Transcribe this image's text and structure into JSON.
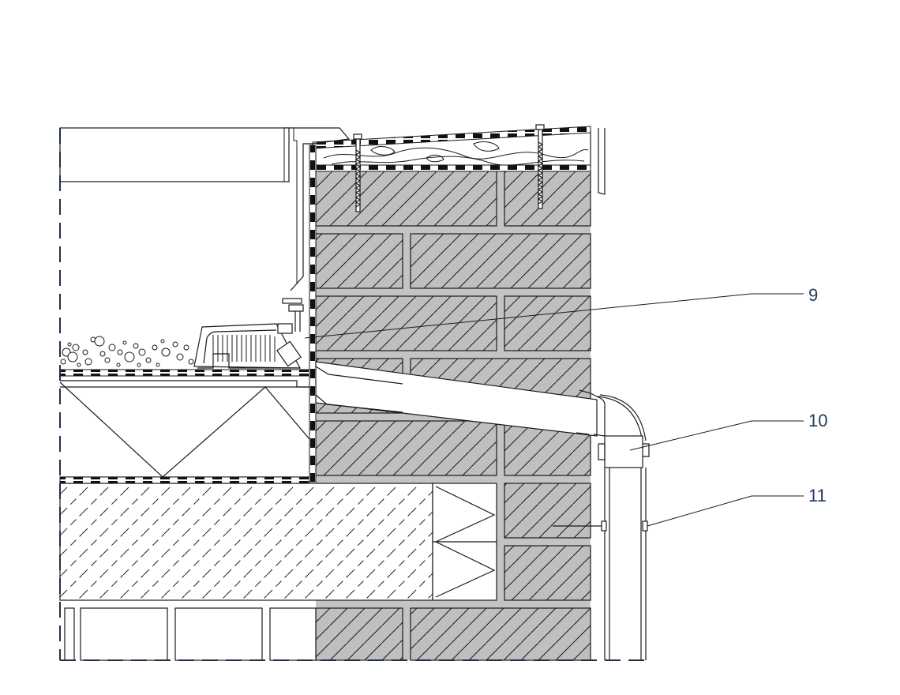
{
  "drawing": {
    "callouts": [
      {
        "number": "9"
      },
      {
        "number": "10"
      },
      {
        "number": "11"
      }
    ]
  },
  "colors": {
    "line": "#1a1a1a",
    "brick_fill": "#bfbfbf",
    "mortar_gray": "#c4c4c4",
    "border_dash": "#1f3148",
    "label_color": "#1f3a5f",
    "background": "#ffffff"
  }
}
